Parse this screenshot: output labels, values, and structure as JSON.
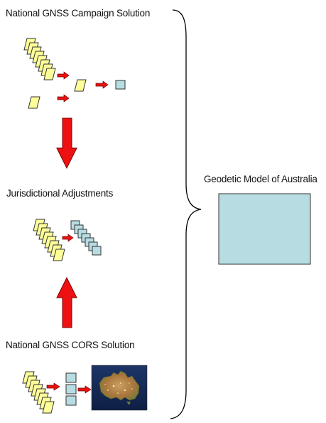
{
  "labels": {
    "campaign": "National GNSS Campaign Solution",
    "jurisdictional": "Jurisdictional Adjustments",
    "cors": "National GNSS CORS Solution",
    "model": "Geodetic Model of Australia"
  },
  "colors": {
    "yellow_fill": "#ffff99",
    "yellow_stroke": "#333333",
    "blue_fill": "#b7dde2",
    "blue_stroke": "#333333",
    "arrow_red": "#ee1111",
    "brace": "#000000"
  },
  "icons": {
    "map": "australia-satellite-map"
  }
}
